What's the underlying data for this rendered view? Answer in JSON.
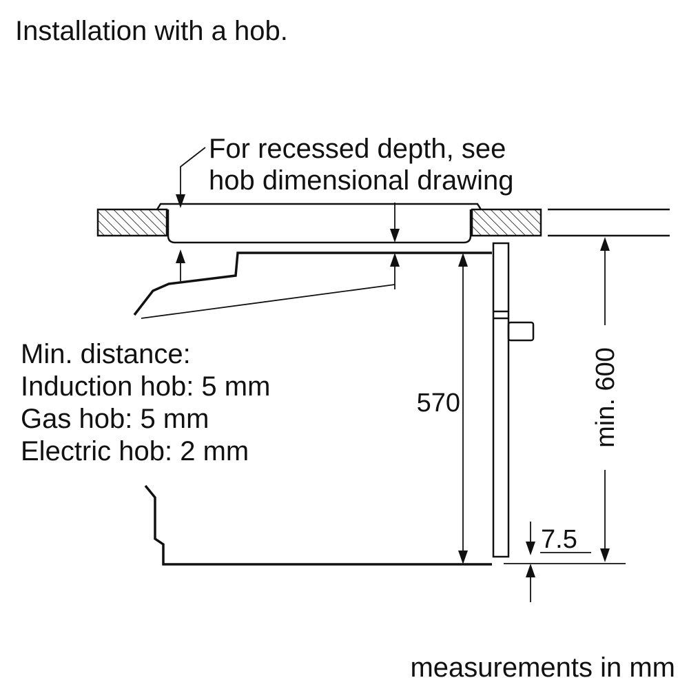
{
  "title": "Installation with a hob.",
  "recess_note": [
    "For recessed depth, see",
    "hob dimensional drawing"
  ],
  "min_distance_note": [
    "Min. distance:",
    "Induction hob: 5 mm",
    "Gas hob: 5 mm",
    "Electric hob: 2 mm"
  ],
  "dimensions": {
    "oven_height": "570",
    "cabinet_height": "min. 600",
    "bottom_offset": "7.5"
  },
  "units_note": "measurements in mm"
}
